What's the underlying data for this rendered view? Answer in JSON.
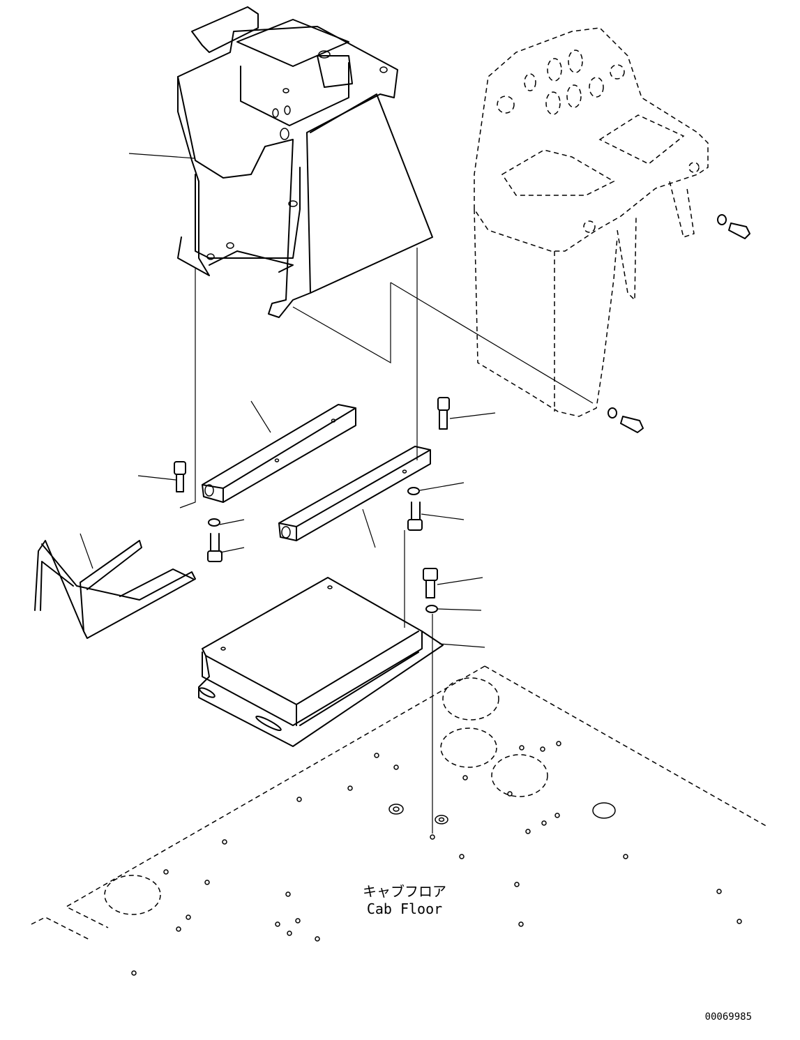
{
  "floor_label_jp": "キャブフロア",
  "floor_label_en": "Cab Floor",
  "drawing_number": "00069985"
}
